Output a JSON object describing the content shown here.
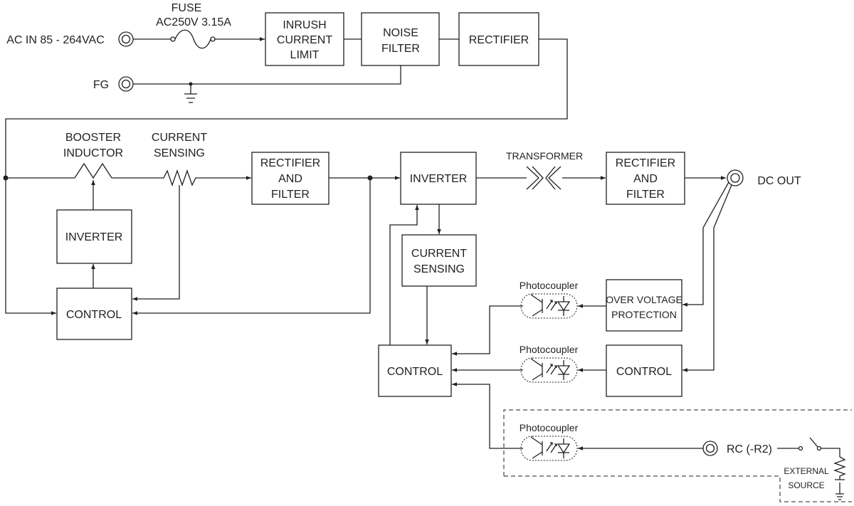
{
  "inputs": {
    "ac_in": "AC IN 85 - 264VAC",
    "fg": "FG",
    "fuse_title": "FUSE",
    "fuse_rating": "AC250V 3.15A"
  },
  "blocks": {
    "inrush": [
      "INRUSH",
      "CURRENT",
      "LIMIT"
    ],
    "noise_filter": [
      "NOISE",
      "FILTER"
    ],
    "rectifier": "RECTIFIER",
    "booster_inductor": [
      "BOOSTER",
      "INDUCTOR"
    ],
    "current_sensing_label": [
      "CURRENT",
      "SENSING"
    ],
    "rectifier_filter_1": [
      "RECTIFIER",
      "AND",
      "FILTER"
    ],
    "inverter_pfc": "INVERTER",
    "control_pfc": "CONTROL",
    "inverter_main": "INVERTER",
    "transformer": "TRANSFORMER",
    "rectifier_filter_2": [
      "RECTIFIER",
      "AND",
      "FILTER"
    ],
    "dc_out": "DC OUT",
    "current_sensing_box": [
      "CURRENT",
      "SENSING"
    ],
    "control_main": "CONTROL",
    "ovp": [
      "OVER VOLTAGE",
      "PROTECTION"
    ],
    "control_secondary": "CONTROL",
    "photocoupler": "Photocoupler",
    "rc": "RC (-R2)",
    "external_source": [
      "EXTERNAL",
      "SOURCE"
    ]
  }
}
